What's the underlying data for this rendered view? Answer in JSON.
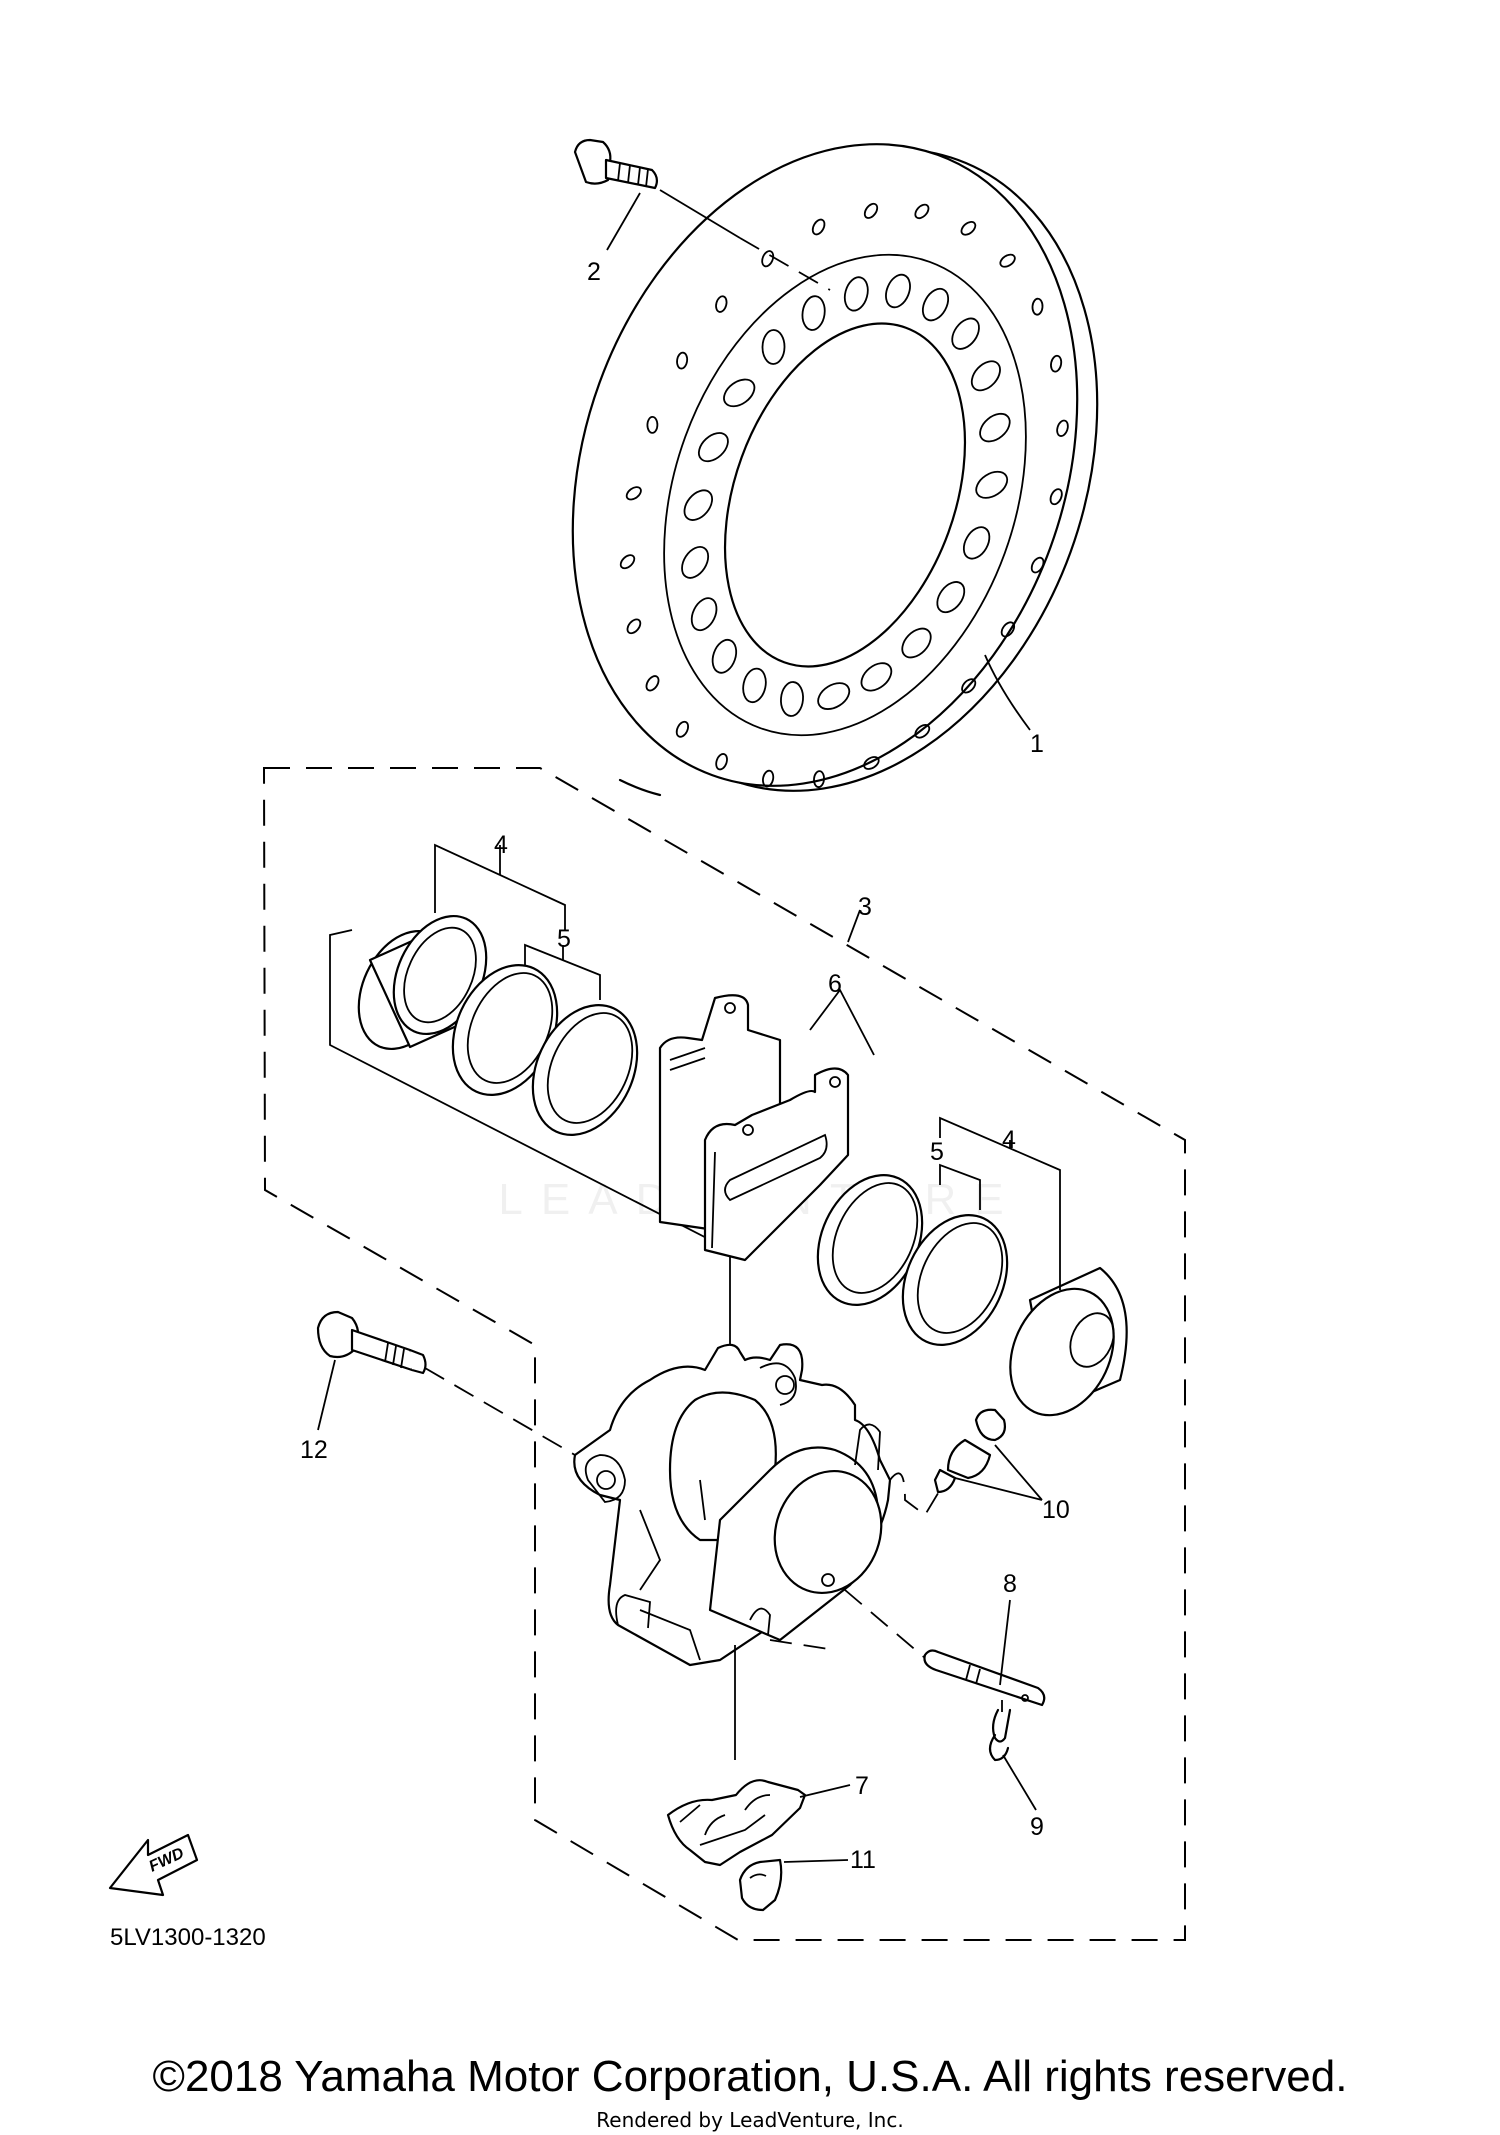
{
  "diagram": {
    "callouts": {
      "c1": "1",
      "c2": "2",
      "c3": "3",
      "c4a": "4",
      "c4b": "4",
      "c5a": "5",
      "c5b": "5",
      "c6": "6",
      "c7": "7",
      "c8": "8",
      "c9": "9",
      "c10": "10",
      "c11": "11",
      "c12": "12"
    },
    "fwd_label": "FWD",
    "diagram_code": "5LV1300-1320",
    "watermark": "LEADVENTURE"
  },
  "footer": {
    "copyright": "©2018 Yamaha Motor Corporation, U.S.A. All rights reserved.",
    "rendered_by": "Rendered by LeadVenture, Inc."
  }
}
